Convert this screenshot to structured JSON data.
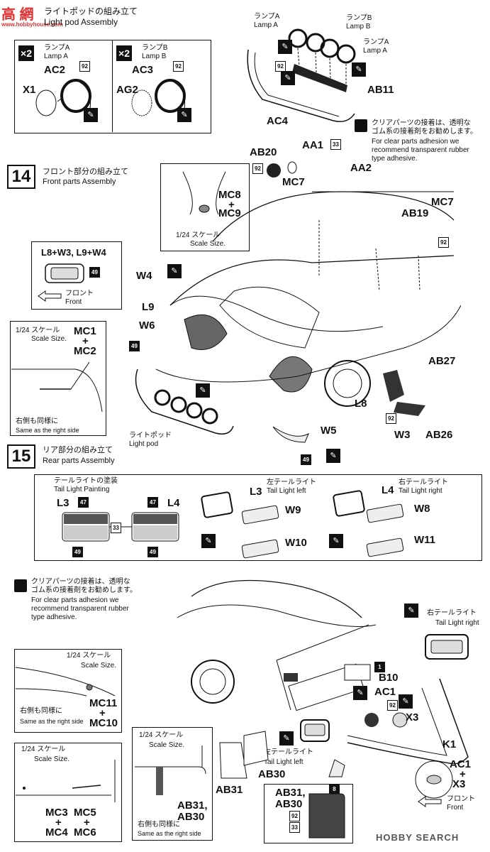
{
  "watermark_top": "高 網",
  "watermark_url": "www.hobbyhouse.com",
  "light_pod": {
    "title_jp": "ライトポッドの組み立て",
    "title_en": "Light pod Assembly",
    "mult_a": "×2",
    "lampA_jp": "ランプA",
    "lampA_en": "Lamp A",
    "ac2": "AC2",
    "x1": "X1",
    "paint92a": "92",
    "mult_b": "×2",
    "lampB_jp": "ランプB",
    "lampB_en": "Lamp B",
    "ac3": "AC3",
    "ag2": "AG2",
    "paint92b": "92",
    "top_lampA_jp": "ランプA",
    "top_lampA_en": "Lamp A",
    "top_lampB_jp": "ランプB",
    "top_lampB_en": "Lamp B",
    "top_lampA2_jp": "ランプA",
    "top_lampA2_en": "Lamp A",
    "paint92c": "92",
    "ab11": "AB11",
    "ac4": "AC4"
  },
  "clear_note": {
    "jp1": "クリアパーツの接着は、透明な",
    "jp2": "ゴム系の接着剤をお勧めします。",
    "en1": "For clear parts adhesion we",
    "en2": "recommend transparent rubber",
    "en3": "type adhesive."
  },
  "step14": {
    "num": "14",
    "title_jp": "フロント部分の組み立て",
    "title_en": "Front parts Assembly",
    "ab20": "AB20",
    "aa1": "AA1",
    "paint33": "33",
    "aa2": "AA2",
    "paint92": "92",
    "mc7a": "MC7",
    "mc7b": "MC7",
    "ab19": "AB19",
    "paint92b": "92",
    "scale_mc8": "MC8",
    "scale_plus": "+",
    "scale_mc9": "MC9",
    "scale_jp": "1/24 スケール",
    "scale_en": "Scale Size.",
    "l8w3": "L8+W3, L9+W4",
    "paint49": "49",
    "front_jp": "フロント",
    "front_en": "Front",
    "w4": "W4",
    "l9": "L9",
    "w6": "W6",
    "paint49b": "49",
    "mc_scale_jp": "1/24 スケール",
    "mc_scale_en": "Scale Size.",
    "mc1": "MC1",
    "mc_plus": "+",
    "mc2": "MC2",
    "same_jp": "右側も同様に",
    "same_en": "Same as the right side",
    "light_pod_jp": "ライトポッド",
    "light_pod_en": "Light pod",
    "ab27": "AB27",
    "paint92c": "92",
    "ab26": "AB26",
    "l8": "L8",
    "w5": "W5",
    "w3": "W3",
    "paint49c": "49"
  },
  "step15": {
    "num": "15",
    "title_jp": "リア部分の組み立て",
    "title_en": "Rear parts Assembly",
    "tail_paint_jp": "テールライトの塗装",
    "tail_paint_en": "Tail Light Painting",
    "l3": "L3",
    "paint47a": "47",
    "paint47b": "47",
    "l4": "L4",
    "paint33": "33",
    "paint49a": "49",
    "paint49b": "49",
    "left_tail_jp": "左テールライト",
    "left_tail_en": "Tail Light  left",
    "l3b": "L3",
    "w9": "W9",
    "w10": "W10",
    "right_tail_jp": "右テールライト",
    "right_tail_en": "Tail Light  right",
    "l4b": "L4",
    "w8": "W8",
    "w11": "W11",
    "scale1_jp": "1/24 スケール",
    "scale1_en": "Scale Size.",
    "same1_jp": "右側も同様に",
    "same1_en": "Same as the right side",
    "mc11": "MC11",
    "mc_plus1": "+",
    "mc10": "MC10",
    "scale2_jp": "1/24 スケール",
    "scale2_en": "Scale Size.",
    "mc3": "MC3",
    "mc5": "MC5",
    "plus_a": "+",
    "plus_b": "+",
    "mc4": "MC4",
    "mc6": "MC6",
    "rtail_jp": "右テールライト",
    "rtail_en": "Tail Light  right",
    "paint1": "1",
    "b10": "B10",
    "ac1": "AC1",
    "paint92": "92",
    "x3": "X3",
    "k1": "K1",
    "ac1b": "AC1",
    "plus_c": "+",
    "x3b": "X3",
    "front_jp": "フロント",
    "front_en": "Front",
    "scale3_jp": "1/24 スケール",
    "scale3_en": "Scale Size.",
    "ab31": "AB31,",
    "ab30": "AB30",
    "same3_jp": "右側も同様に",
    "same3_en": "Same as the right side",
    "ltail_jp": "左テールライト",
    "ltail_en": "Tail Light  left",
    "ab30b": "AB30",
    "ab31b": "AB31",
    "flap_ab31": "AB31,",
    "flap_ab30": "AB30",
    "paint8": "8",
    "paint92b": "92",
    "paint33b": "33"
  },
  "footer_logo": "HOBBY SEARCH"
}
